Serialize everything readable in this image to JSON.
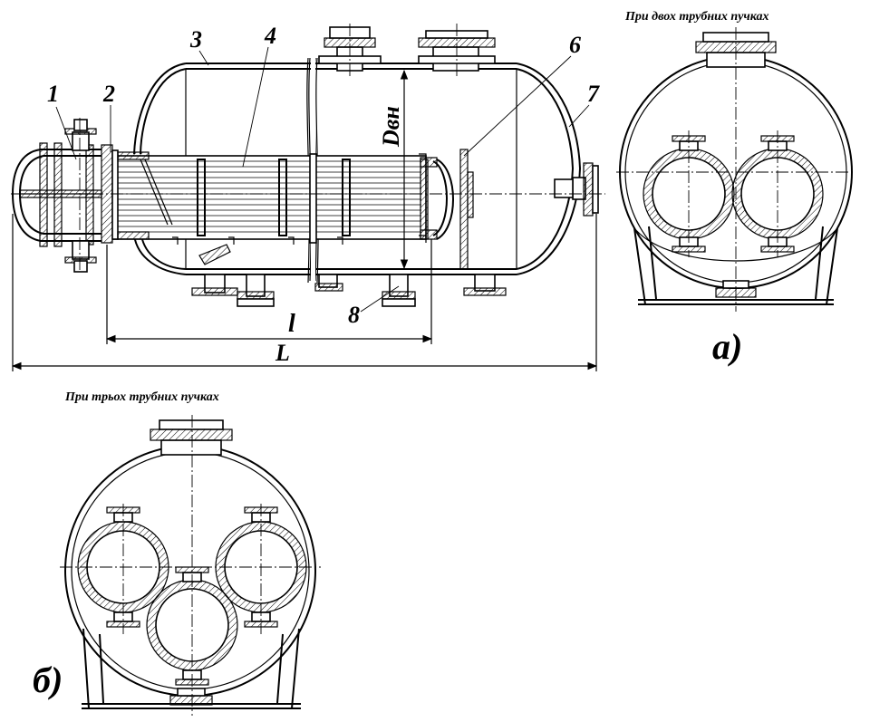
{
  "captions": {
    "two_bundles": "При двох трубних пучках",
    "three_bundles": "При трьох трубних  пучках"
  },
  "view_labels": {
    "a": "а)",
    "b": "б)"
  },
  "part_numbers": [
    "1",
    "2",
    "3",
    "4",
    "6",
    "7",
    "8"
  ],
  "dimensions": {
    "inner_diameter": "Dвн",
    "bundle_length": "l",
    "total_length": "L"
  }
}
